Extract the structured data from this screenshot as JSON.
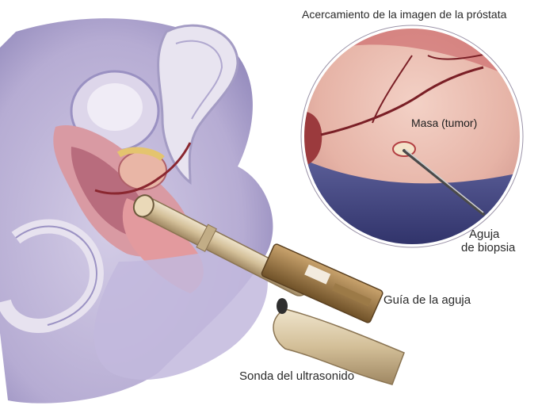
{
  "labels": {
    "title": "Acercamiento de la imagen de la próstata",
    "mass": "Masa (tumor)",
    "needle_line1": "Aguja",
    "needle_line2": "de biopsia",
    "guide": "Guía de la aguja",
    "probe": "Sonda del ultrasonido"
  },
  "colors": {
    "body_lavender": "#b9b0d6",
    "body_shadow": "#8f86bb",
    "tissue_pink": "#e9a7a5",
    "tissue_red": "#c9404a",
    "bone": "#e6e2ee",
    "probe_tan": "#d8c7a6",
    "guide_brown": "#8a6a3c",
    "zoom_dark": "#3a3d78"
  }
}
